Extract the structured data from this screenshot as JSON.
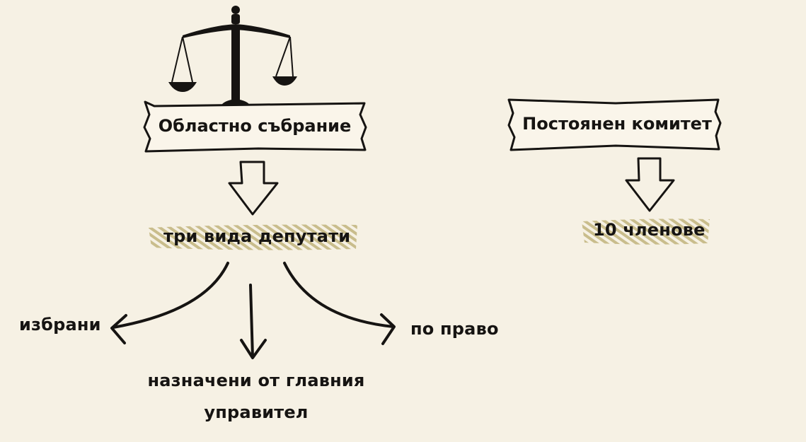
{
  "left": {
    "title": "Областно събрание",
    "subtitle": "три вида депутати",
    "branches": {
      "left": "избрани",
      "middle_line1": "назначени от главния",
      "middle_line2": "управител",
      "right": "по право"
    }
  },
  "right": {
    "title": "Постоянен комитет",
    "subtitle": "10 членове"
  },
  "icons": [
    "scales-icon",
    "down-arrow-icon",
    "curved-arrow-icon"
  ],
  "colors": {
    "background": "#f6f1e4",
    "banner_fill": "#faf5ea",
    "ink": "#161412",
    "highlight": "#c9bd8c"
  }
}
